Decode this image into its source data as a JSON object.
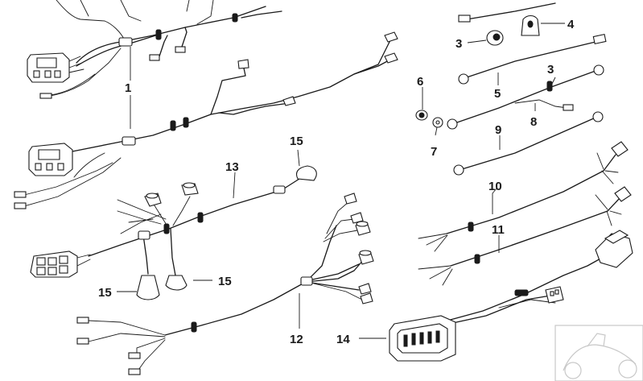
{
  "callouts": {
    "c1": "1",
    "c3a": "3",
    "c3b": "3",
    "c4": "4",
    "c5": "5",
    "c6": "6",
    "c7": "7",
    "c8": "8",
    "c9": "9",
    "c10": "10",
    "c11": "11",
    "c12": "12",
    "c13": "13",
    "c14": "14",
    "c15a": "15",
    "c15b": "15",
    "c15c": "15"
  }
}
